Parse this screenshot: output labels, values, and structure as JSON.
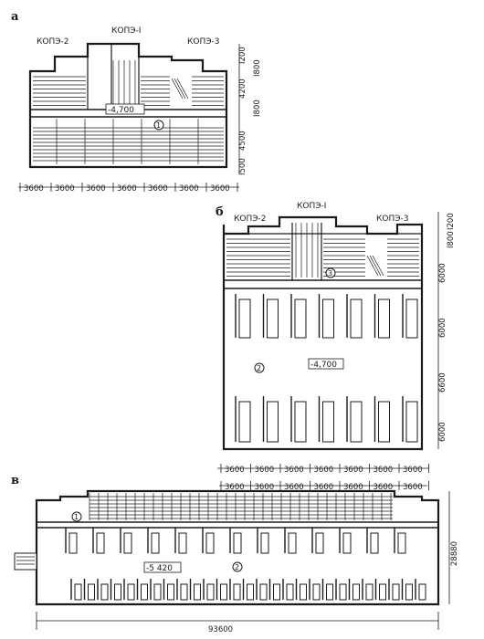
{
  "plan_a": {
    "letter": "а",
    "units": [
      "КОПЭ-2",
      "КОПЭ-I",
      "КОПЭ-3"
    ],
    "level": "-4,700",
    "zone_marker": "1",
    "bottom_dims": [
      "3600",
      "3600",
      "3600",
      "3600",
      "3600",
      "3600",
      "3600"
    ],
    "right_dims_outer": [
      "I200",
      "4200",
      "4500",
      "I500"
    ],
    "right_dims_inner": [
      "I800",
      "I800"
    ]
  },
  "plan_b": {
    "letter": "б",
    "units": [
      "КОПЭ-2",
      "КОПЭ-I",
      "КОПЭ-3"
    ],
    "level": "-4,700",
    "zone_markers": [
      "3",
      "2"
    ],
    "bottom_dims": [
      "3600",
      "3600",
      "3600",
      "3600",
      "3600",
      "3600",
      "3600"
    ],
    "right_dims_outer": [
      "I200",
      "6000",
      "6000",
      "6600",
      "6000"
    ],
    "right_dims_inner": [
      "I800"
    ]
  },
  "plan_v": {
    "letter": "в",
    "level": "-5 420",
    "zone_markers": [
      "1",
      "2"
    ],
    "top_dims": [
      "3600",
      "3600",
      "3600",
      "3600",
      "3600",
      "3600",
      "3600"
    ],
    "overall_length": "93600",
    "overall_width": "28880"
  }
}
